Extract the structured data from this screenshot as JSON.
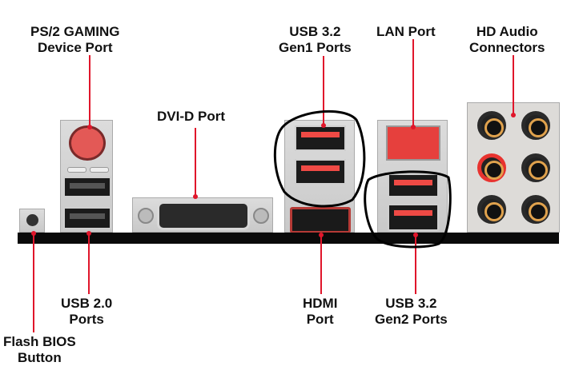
{
  "labels": {
    "ps2": {
      "line1": "PS/2 GAMING",
      "line2": "Device Port"
    },
    "dvi": {
      "line1": "DVI-D Port"
    },
    "usb32gen1": {
      "line1": "USB 3.2",
      "line2": "Gen1 Ports"
    },
    "lan": {
      "line1": "LAN Port"
    },
    "audio": {
      "line1": "HD Audio",
      "line2": "Connectors"
    },
    "usb20": {
      "line1": "USB 2.0",
      "line2": "Ports"
    },
    "flash": {
      "line1": "Flash BIOS",
      "line2": "Button"
    },
    "hdmi": {
      "line1": "HDMI",
      "line2": "Port"
    },
    "usb32gen2": {
      "line1": "USB 3.2",
      "line2": "Gen2 Ports"
    }
  },
  "colors": {
    "callout": "#e0162b",
    "port_red": "#ef4a45",
    "audio_ring": "#e0a24d"
  }
}
